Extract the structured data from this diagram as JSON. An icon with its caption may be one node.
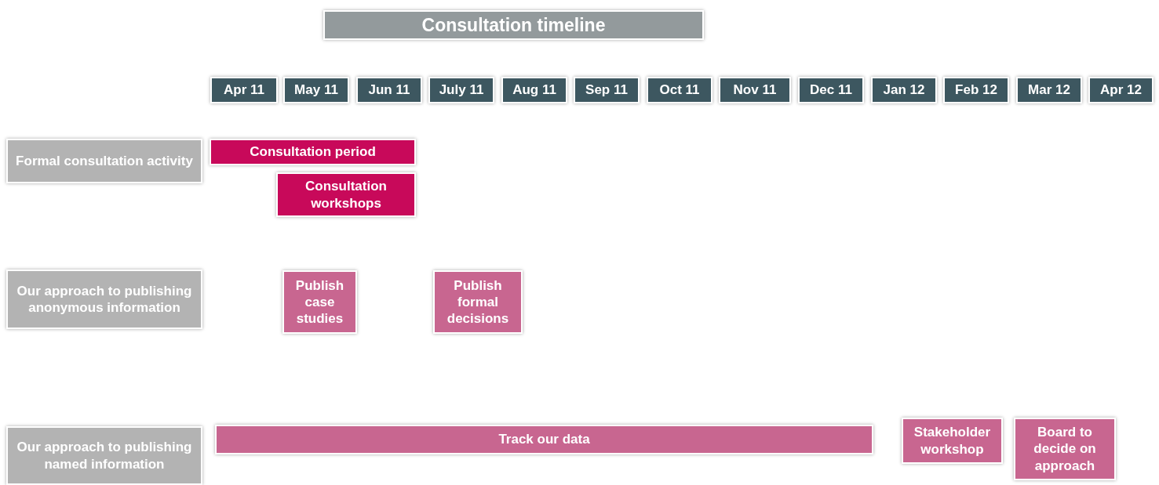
{
  "diagram": {
    "title": "Consultation timeline",
    "nodes": [
      {
        "text": [
          "Apr 11"
        ]
      },
      {
        "text": [
          "May 11"
        ]
      },
      {
        "text": [
          "Jun 11"
        ]
      },
      {
        "text": [
          "July 11"
        ]
      },
      {
        "text": [
          "Aug 11"
        ]
      },
      {
        "text": [
          "Sep 11"
        ]
      },
      {
        "text": [
          "Oct 11"
        ]
      },
      {
        "text": [
          "Nov 11"
        ]
      },
      {
        "text": [
          "Dec 11"
        ]
      },
      {
        "text": [
          "Jan 12"
        ]
      },
      {
        "text": [
          "Feb 12"
        ]
      },
      {
        "text": [
          "Mar 12"
        ]
      },
      {
        "text": [
          "Apr 12"
        ]
      },
      {
        "text": [
          "Formal consultation activity"
        ]
      },
      {
        "text": [
          "Consultation period"
        ]
      },
      {
        "text": [
          "Consultation workshops"
        ]
      },
      {
        "text": [
          "Our approach to publishing anonymous information"
        ]
      },
      {
        "text": [
          "Publish case studies"
        ]
      },
      {
        "text": [
          "Publish formal decisions"
        ]
      },
      {
        "text": [
          "Our approach to publishing named information"
        ]
      },
      {
        "text": [
          "Track our data"
        ]
      },
      {
        "text": [
          "Stakeholder workshop"
        ]
      },
      {
        "text": [
          "Board to decide on approach"
        ]
      }
    ]
  }
}
